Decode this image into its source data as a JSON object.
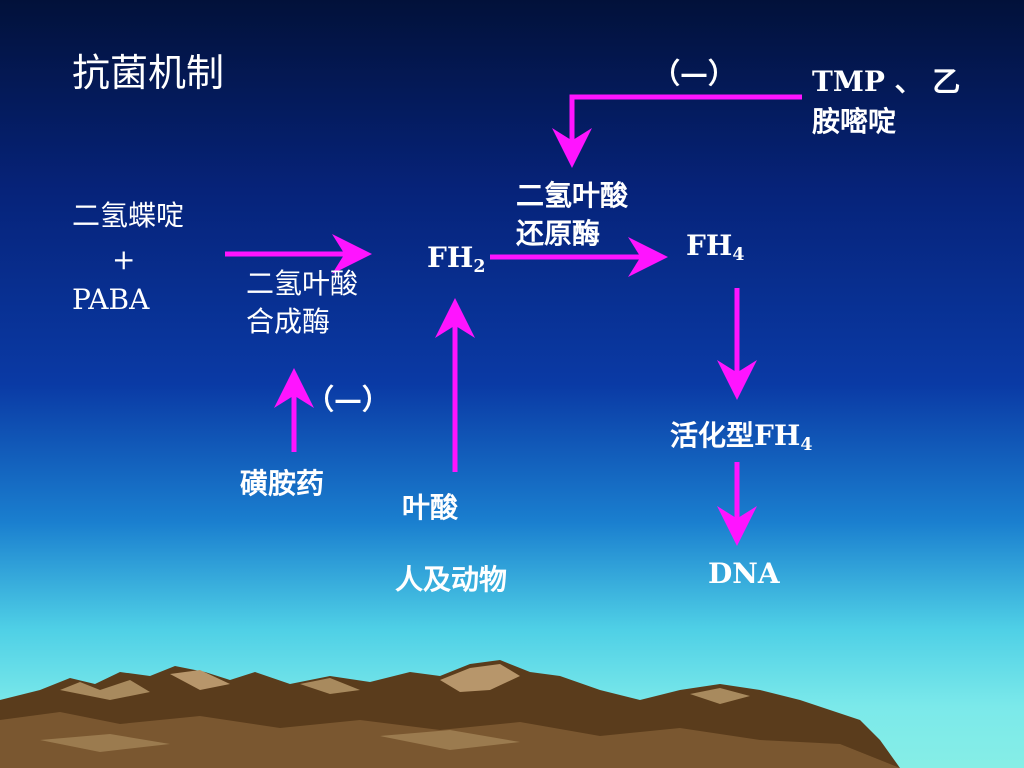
{
  "slide": {
    "title": "抗菌机制",
    "substrates": {
      "line1": "二氢蝶啶",
      "plus": "+",
      "line2": "PABA"
    },
    "enzyme_synthase": {
      "line1": "二氢叶酸",
      "line2": "合成酶"
    },
    "inhibitor_left": {
      "symbol": "（—）",
      "label": "磺胺药"
    },
    "fh2": {
      "base": "FH",
      "sub": "2"
    },
    "folic_acid": "叶酸",
    "source": "人及动物",
    "enzyme_reductase": {
      "line1": "二氢叶酸",
      "line2": "还原酶"
    },
    "inhibitor_top": {
      "symbol": "（—）",
      "line1": "TMP 、 乙",
      "line2": "胺嘧啶"
    },
    "fh4": {
      "base": "FH",
      "sub": "4"
    },
    "active_fh4": {
      "prefix": "活化型",
      "base": "FH",
      "sub": "4"
    },
    "dna": "DNA"
  },
  "colors": {
    "arrow": "#ff14ff",
    "text": "#ffffff",
    "mountain": "#6b4a26",
    "mountain_light": "#b7966b"
  }
}
